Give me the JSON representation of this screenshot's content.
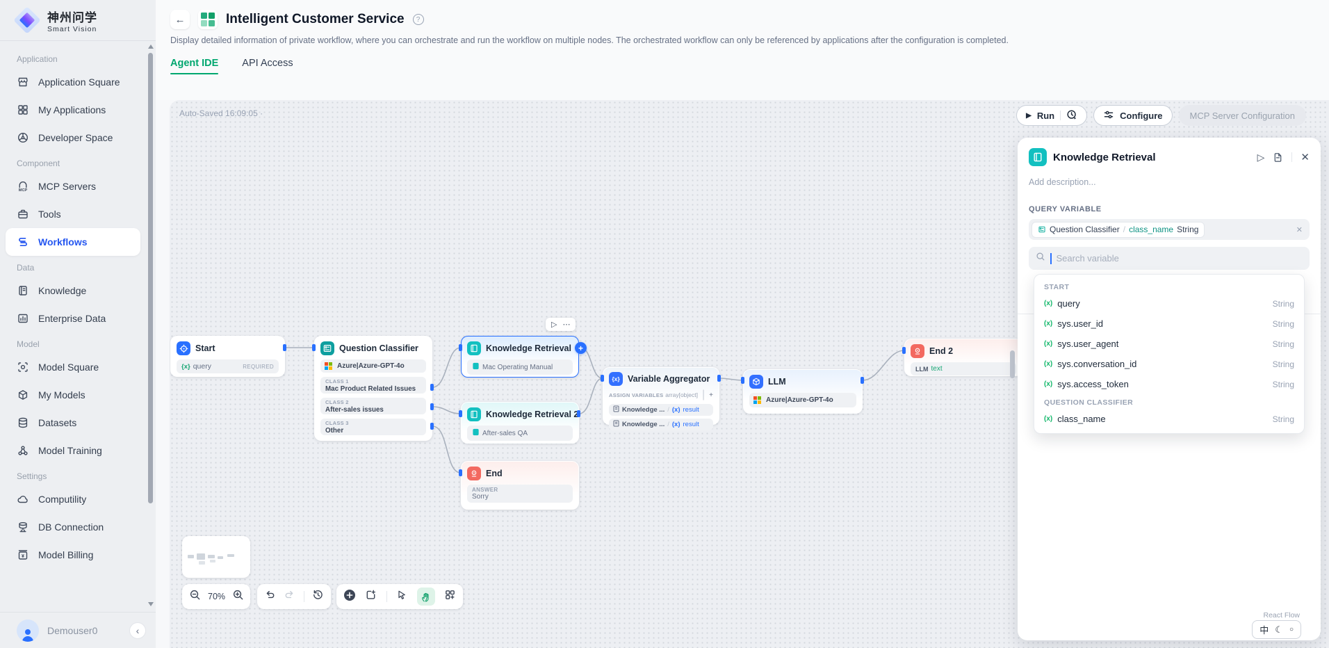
{
  "brand": {
    "title": "神州问学",
    "subtitle": "Smart Vision"
  },
  "icons": {
    "back": "←",
    "help": "?",
    "run_play": "▶",
    "node_play": "▷",
    "ellipsis": "⋯",
    "close": "✕",
    "var": "(x)",
    "var_braces": "{x}",
    "slash": "/",
    "plus": "+",
    "chevron_left": "‹",
    "moon": "☾",
    "circle": "○",
    "lang": "中"
  },
  "colors": {
    "accent": "#2970ff",
    "green": "#00a76f",
    "teal": "#12c0c0",
    "red": "#f36960"
  },
  "sidebar": {
    "sections": [
      {
        "label": "Application",
        "items": [
          {
            "label": "Application Square"
          },
          {
            "label": "My Applications"
          },
          {
            "label": "Developer Space"
          }
        ]
      },
      {
        "label": "Component",
        "items": [
          {
            "label": "MCP Servers"
          },
          {
            "label": "Tools"
          },
          {
            "label": "Workflows"
          }
        ]
      },
      {
        "label": "Data",
        "items": [
          {
            "label": "Knowledge"
          },
          {
            "label": "Enterprise Data"
          }
        ]
      },
      {
        "label": "Model",
        "items": [
          {
            "label": "Model Square"
          },
          {
            "label": "My Models"
          },
          {
            "label": "Datasets"
          },
          {
            "label": "Model Training"
          }
        ]
      },
      {
        "label": "Settings",
        "items": [
          {
            "label": "Computility"
          },
          {
            "label": "DB Connection"
          },
          {
            "label": "Model Billing"
          }
        ]
      }
    ],
    "user": {
      "name": "Demouser0"
    }
  },
  "header": {
    "title": "Intelligent Customer Service",
    "description": "Display detailed information of private workflow, where you can orchestrate and run the workflow on multiple nodes. The orchestrated workflow can only be referenced by applications after the configuration is completed.",
    "tabs": [
      {
        "label": "Agent IDE"
      },
      {
        "label": "API Access"
      }
    ]
  },
  "toolbar": {
    "autosave": "Auto-Saved 16:09:05 ·",
    "run": "Run",
    "configure": "Configure",
    "mcp": "MCP Server Configuration"
  },
  "canvas": {
    "zoom": "70%",
    "attribution": "React Flow",
    "nodes": {
      "start": {
        "title": "Start",
        "var": "query",
        "badge": "REQUIRED"
      },
      "question_classifier": {
        "title": "Question Classifier",
        "model": "Azure|Azure-GPT-4o",
        "classes": [
          {
            "label": "CLASS 1",
            "value": "Mac Product Related Issues"
          },
          {
            "label": "CLASS 2",
            "value": "After-sales issues"
          },
          {
            "label": "CLASS 3",
            "value": "Other"
          }
        ]
      },
      "knowledge_retrieval": {
        "title": "Knowledge Retrieval",
        "dataset": "Mac Operating Manual"
      },
      "knowledge_retrieval_2": {
        "title": "Knowledge Retrieval 2",
        "dataset": "After-sales QA"
      },
      "end": {
        "title": "End",
        "label": "ANSWER",
        "value": "Sorry"
      },
      "variable_aggregator": {
        "title": "Variable Aggregator",
        "section": "ASSIGN VARIABLES",
        "type": "array[object]",
        "rows": [
          {
            "source": "Knowledge ...",
            "result": "result"
          },
          {
            "source": "Knowledge ...",
            "result": "result"
          }
        ]
      },
      "llm": {
        "title": "LLM",
        "model": "Azure|Azure-GPT-4o"
      },
      "end_2": {
        "title": "End 2",
        "label": "LLM",
        "value": "text"
      }
    }
  },
  "panel": {
    "title": "Knowledge Retrieval",
    "description_placeholder": "Add description...",
    "section_label": "QUERY VARIABLE",
    "selected": {
      "node": "Question Classifier",
      "name": "class_name",
      "type": "String"
    },
    "search_placeholder": "Search variable",
    "groups": [
      {
        "label": "START",
        "items": [
          {
            "name": "query",
            "type": "String"
          },
          {
            "name": "sys.user_id",
            "type": "String"
          },
          {
            "name": "sys.user_agent",
            "type": "String"
          },
          {
            "name": "sys.conversation_id",
            "type": "String"
          },
          {
            "name": "sys.access_token",
            "type": "String"
          }
        ]
      },
      {
        "label": "QUESTION CLASSIFIER",
        "items": [
          {
            "name": "class_name",
            "type": "String"
          }
        ]
      }
    ]
  }
}
